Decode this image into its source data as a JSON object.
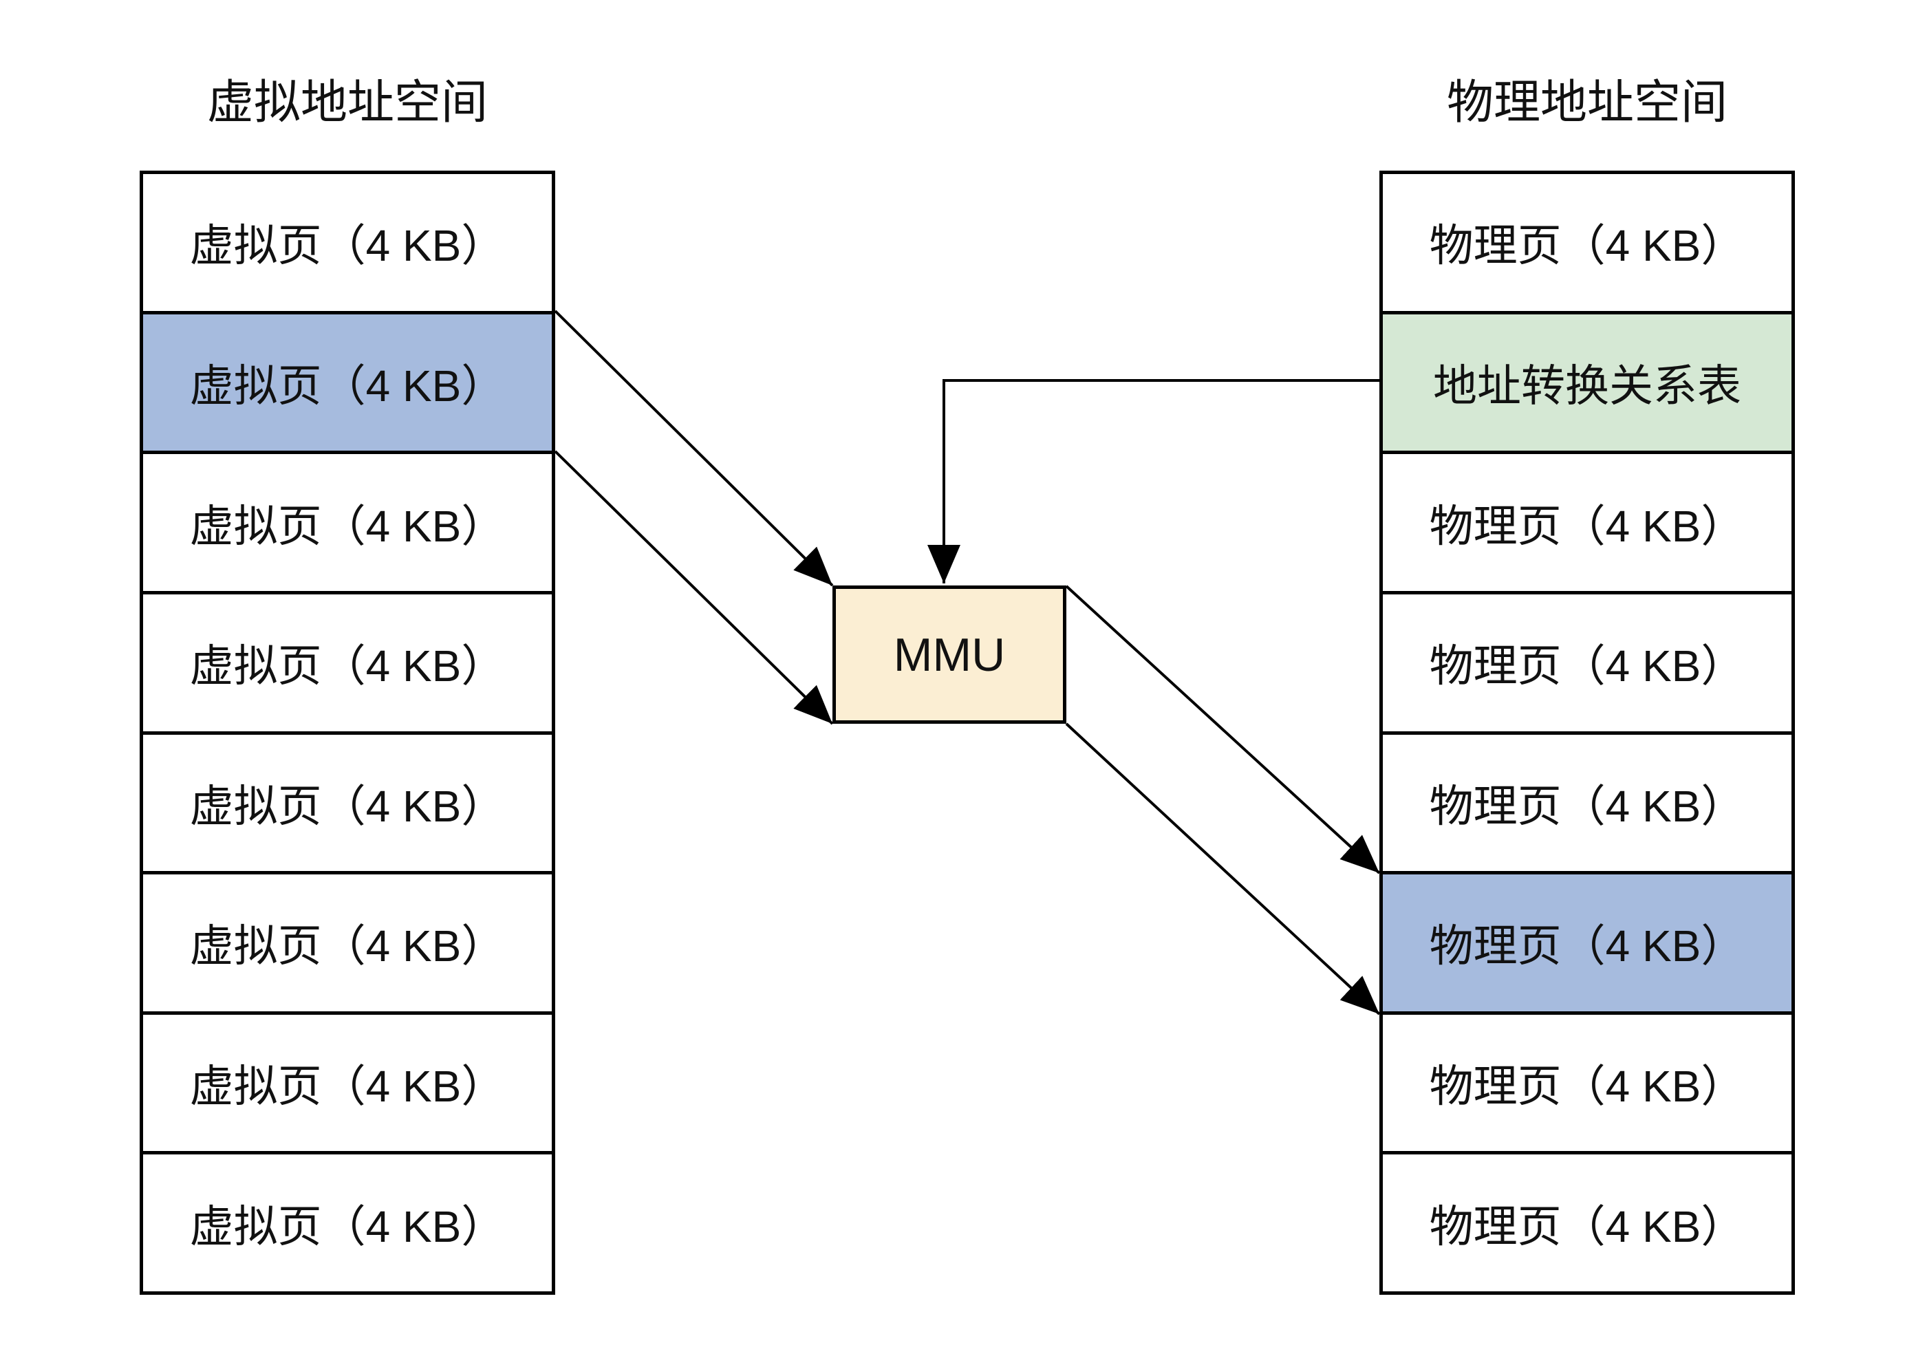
{
  "diagram": {
    "left_panel": {
      "title": "虚拟地址空间",
      "rows": [
        {
          "label": "虚拟页（4 KB）",
          "bg": "#ffffff"
        },
        {
          "label": "虚拟页（4 KB）",
          "bg": "#a6bbde"
        },
        {
          "label": "虚拟页（4 KB）",
          "bg": "#ffffff"
        },
        {
          "label": "虚拟页（4 KB）",
          "bg": "#ffffff"
        },
        {
          "label": "虚拟页（4 KB）",
          "bg": "#ffffff"
        },
        {
          "label": "虚拟页（4 KB）",
          "bg": "#ffffff"
        },
        {
          "label": "虚拟页（4 KB）",
          "bg": "#ffffff"
        },
        {
          "label": "虚拟页（4 KB）",
          "bg": "#ffffff"
        }
      ]
    },
    "right_panel": {
      "title": "物理地址空间",
      "rows": [
        {
          "label": "物理页（4 KB）",
          "bg": "#ffffff"
        },
        {
          "label": "地址转换关系表",
          "bg": "#d5e8d4"
        },
        {
          "label": "物理页（4 KB）",
          "bg": "#ffffff"
        },
        {
          "label": "物理页（4 KB）",
          "bg": "#ffffff"
        },
        {
          "label": "物理页（4 KB）",
          "bg": "#ffffff"
        },
        {
          "label": "物理页（4 KB）",
          "bg": "#a6bbde"
        },
        {
          "label": "物理页（4 KB）",
          "bg": "#ffffff"
        },
        {
          "label": "物理页（4 KB）",
          "bg": "#ffffff"
        }
      ]
    },
    "mmu": {
      "label": "MMU",
      "bg": "#fbeed3"
    },
    "colors": {
      "highlight_blue": "#a6bbde",
      "table_green": "#d5e8d4",
      "mmu_yellow": "#fbeed3",
      "line_black": "#000000",
      "background_white": "#ffffff"
    }
  }
}
